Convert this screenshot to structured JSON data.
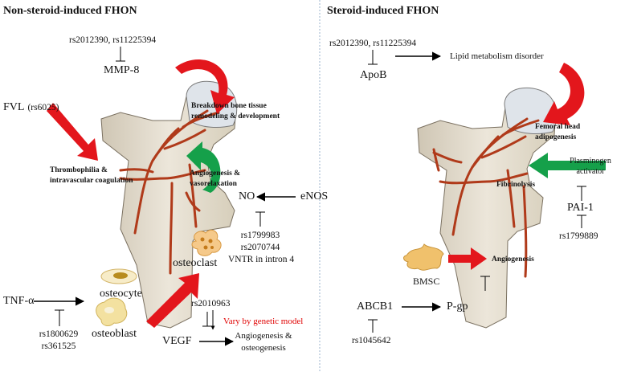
{
  "left_panel": {
    "title": "Non-steroid-induced FHON",
    "mmp8": {
      "snps": "rs2012390, rs11225394",
      "gene": "MMP-8",
      "effect_line1": "Breakdown bone tissue",
      "effect_line2": "remodeling & development"
    },
    "fvl": {
      "gene": "FVL",
      "snp": "(rs6025)",
      "effect_line1": "Thrombophilia &",
      "effect_line2": "intravascular coagulation"
    },
    "enos": {
      "gene": "eNOS",
      "product": "NO",
      "effect_line1": "Angiogenesis &",
      "effect_line2": "vasorelaxation",
      "snps": [
        "rs1799983",
        "rs2070744",
        "VNTR in intron 4"
      ]
    },
    "tnf": {
      "gene": "TNF-α",
      "snps": [
        "rs1800629",
        "rs361525"
      ],
      "cell_osteocyte": "osteocyte",
      "cell_osteoblast": "osteoblast",
      "cell_osteoclast": "osteoclast"
    },
    "vegf": {
      "snp": "rs2010963",
      "note": "Vary by genetic model",
      "gene": "VEGF",
      "effect_line1": "Angiogenesis &",
      "effect_line2": "osteogenesis"
    }
  },
  "right_panel": {
    "title": "Steroid-induced FHON",
    "apob": {
      "snps": "rs2012390, rs11225394",
      "gene": "ApoB",
      "effect": "Lipid metabolism disorder",
      "outcome_line1": "Femoral head",
      "outcome_line2": "adipogenesis"
    },
    "pai1": {
      "activator_line1": "Plasminogen",
      "activator_line2": "activator",
      "effect": "Fibrinolysis",
      "gene": "PAI-1",
      "snp": "rs1799889"
    },
    "abcb1": {
      "cell": "BMSC",
      "effect": "Angiogenesis",
      "gene": "ABCB1",
      "product": "P-gp",
      "snp": "rs1045642"
    }
  },
  "colors": {
    "red_arrow": "#e3161c",
    "green_arrow": "#15a04a",
    "vessel": "#b03a1a",
    "bone": "#e4ddcf",
    "divider": "#9bb3cc"
  }
}
